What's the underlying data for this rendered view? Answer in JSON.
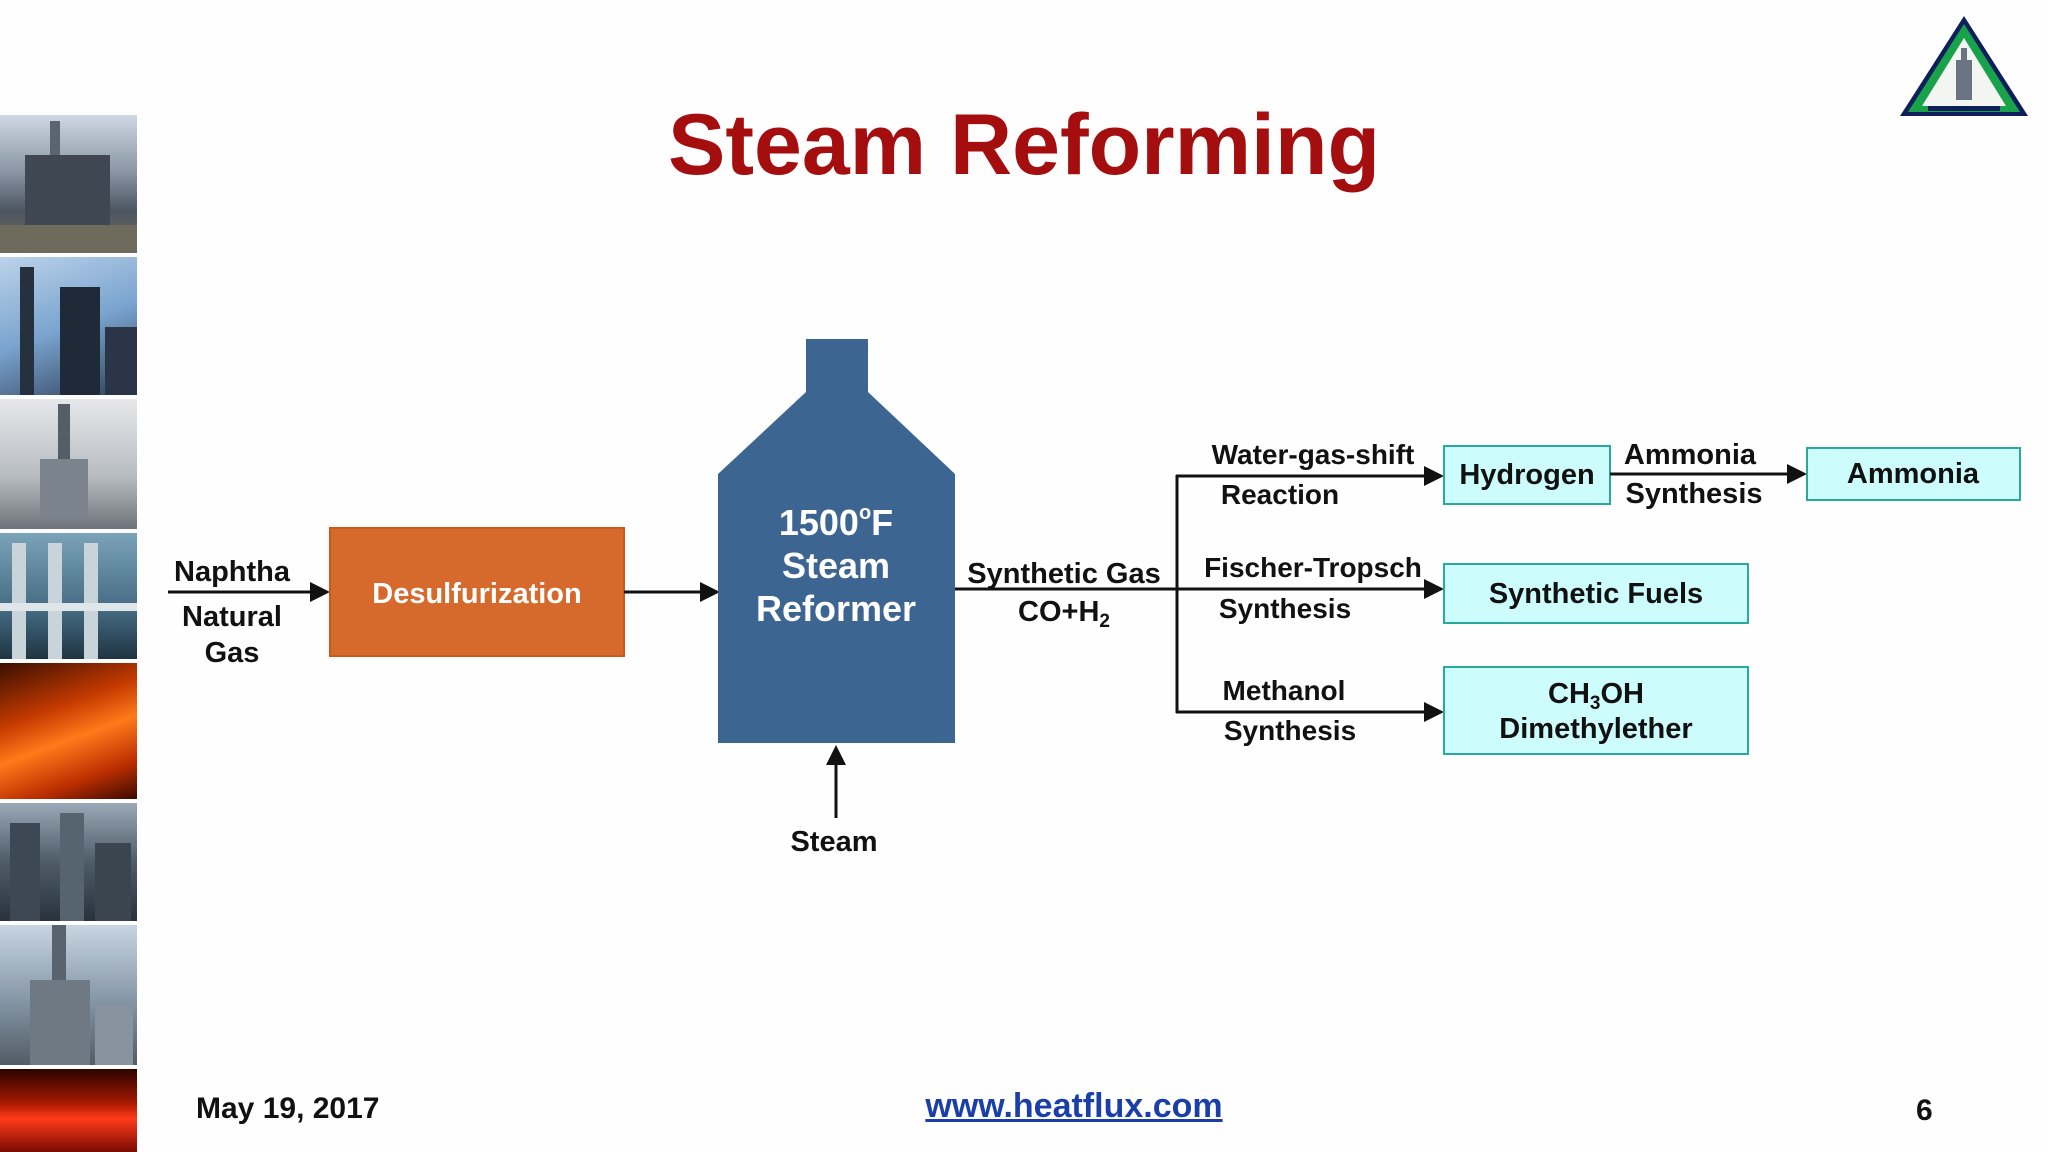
{
  "slide": {
    "title": "Steam Reforming",
    "date": "May 19, 2017",
    "url": "www.heatflux.com",
    "page_number": "6"
  },
  "diagram": {
    "inputs": {
      "line1": "Naphtha",
      "line2": "Natural",
      "line3": "Gas"
    },
    "desulfurization": "Desulfurization",
    "reformer": {
      "temp_value": "1500",
      "temp_sup": "o",
      "temp_unit": "F",
      "line2": "Steam",
      "line3": "Reformer"
    },
    "steam": "Steam",
    "syngas": {
      "line1": "Synthetic Gas",
      "line2_co": "CO+H",
      "line2_sub": "2"
    },
    "branches": {
      "wgs": {
        "line1": "Water-gas-shift",
        "line2": "Reaction"
      },
      "ft": {
        "line1": "Fischer-Tropsch",
        "line2": "Synthesis"
      },
      "meoh": {
        "line1": "Methanol",
        "line2": "Synthesis"
      }
    },
    "products": {
      "hydrogen": "Hydrogen",
      "ammonia_synthesis": {
        "line1": "Ammonia",
        "line2": "Synthesis"
      },
      "ammonia": "Ammonia",
      "synthetic_fuels": "Synthetic Fuels",
      "ch3oh": {
        "pre": "CH",
        "sub": "3",
        "post": "OH"
      },
      "dimethylether": "Dimethylether"
    }
  },
  "colors": {
    "title": "#a50e0e",
    "desulfurization_fill": "#d6692c",
    "reformer_fill": "#3d6591",
    "product_fill": "#ccfcfc",
    "product_stroke": "#2aa89a",
    "url": "#1a3fa8"
  },
  "logo_icon": "furnace-triangle-logo-icon"
}
